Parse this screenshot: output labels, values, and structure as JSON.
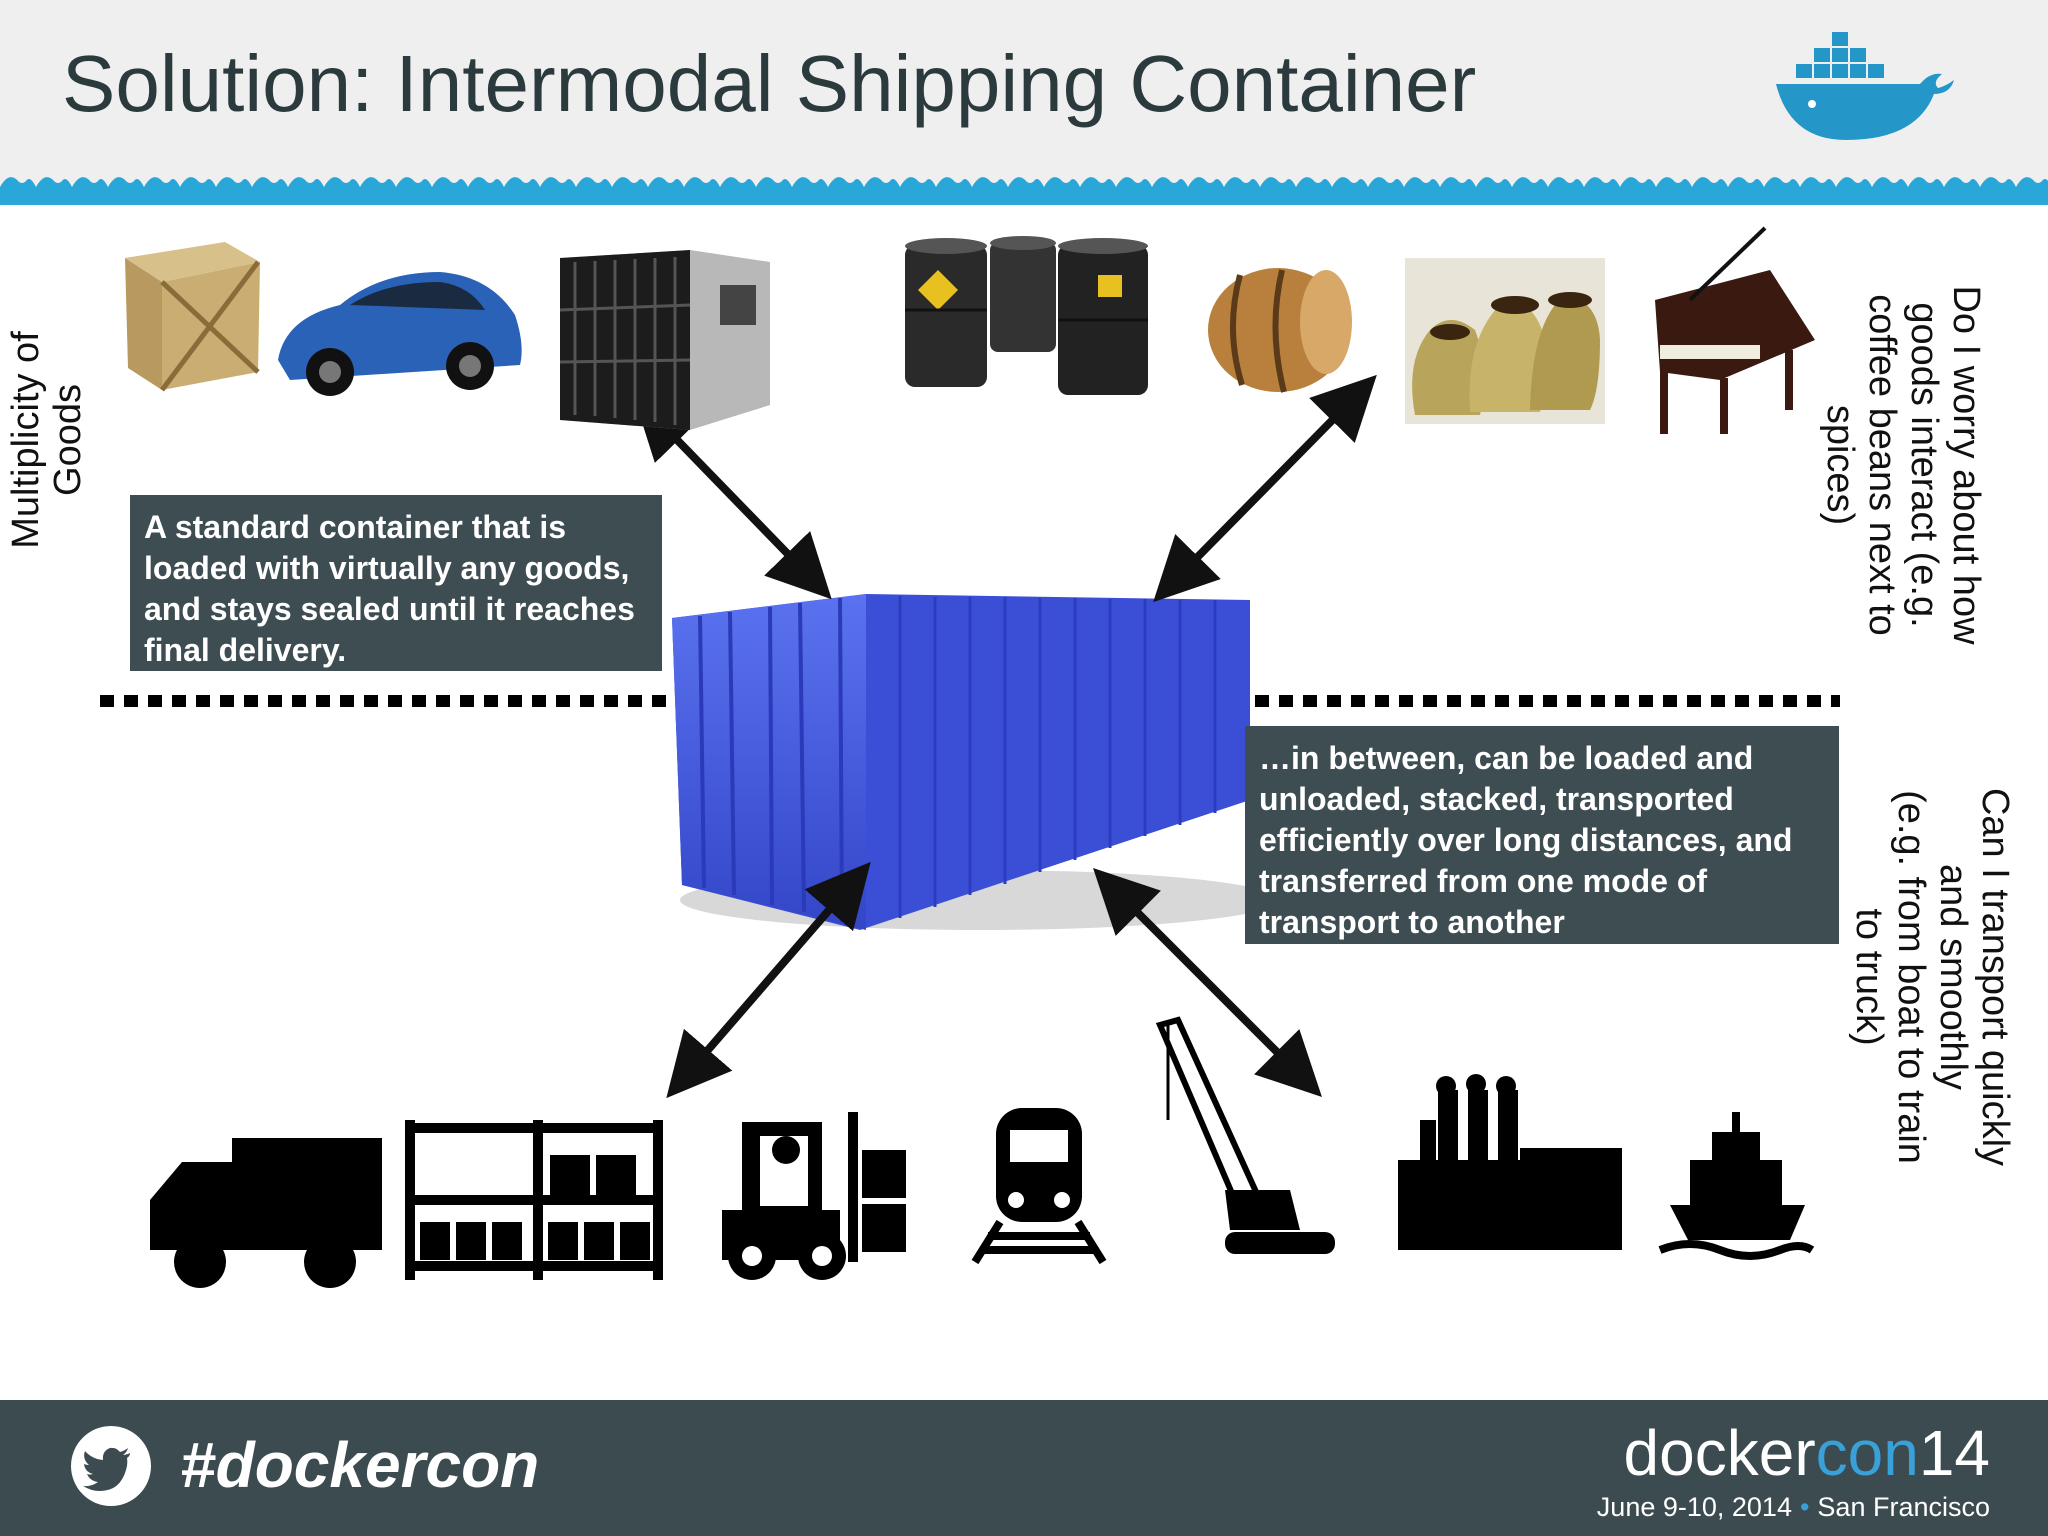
{
  "slide": {
    "title": "Solution: Intermodal Shipping Container",
    "callout_left": "A standard container that is loaded with virtually any goods, and stays sealed until it reaches final delivery.",
    "callout_right": "…in between, can be loaded and unloaded, stacked, transported efficiently over long distances, and transferred from one mode of transport to another",
    "label_left": [
      "Multiplicity of",
      "Goods"
    ],
    "label_right_top": [
      "Do I worry about how",
      "goods interact (e.g.",
      "coffee beans next to",
      "spices)"
    ],
    "label_right_bottom": [
      "Can I transport quickly",
      "and smoothly",
      "(e.g. from boat to train",
      "to truck)"
    ]
  },
  "footer": {
    "hashtag": "#dockercon",
    "brand_main": "docker",
    "brand_con": "con",
    "brand_num": "14",
    "date": "June 9-10, 2014",
    "location": "San Francisco"
  },
  "colors": {
    "header_bg": "#efefef",
    "wave": "#29a7d8",
    "callout_bg": "#3e4d52",
    "footer_bg": "#3b4b4f",
    "container_blue": "#4a5ee0",
    "accent": "#3aa0d8"
  },
  "icons": [
    "whale-logo-icon",
    "wooden-crate-icon",
    "sports-car-icon",
    "server-rack-icon",
    "oil-barrels-icon",
    "wooden-barrel-icon",
    "coffee-sacks-icon",
    "grand-piano-icon",
    "truck-icon",
    "warehouse-shelves-icon",
    "forklift-icon",
    "train-icon",
    "crane-icon",
    "factory-icon",
    "ship-icon",
    "twitter-icon",
    "shipping-container-icon"
  ]
}
